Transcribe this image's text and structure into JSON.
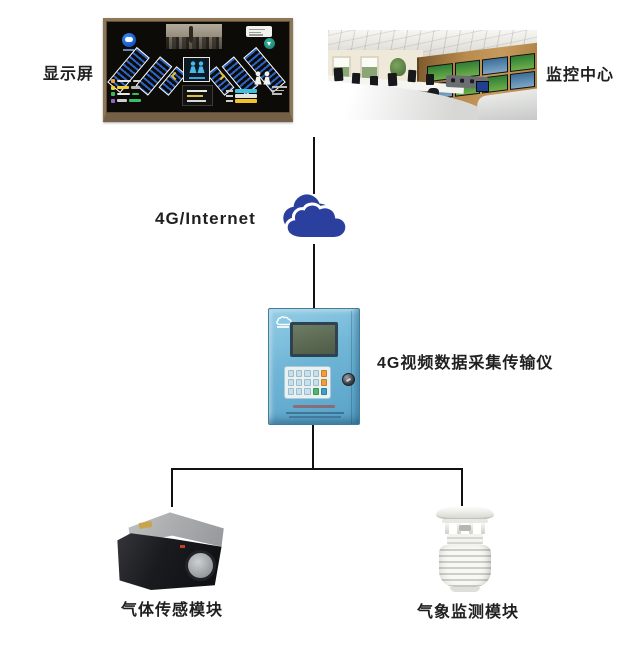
{
  "labels": {
    "display_screen": "显示屏",
    "monitoring_center": "监控中心",
    "internet": "4G/Internet",
    "device": "4G视频数据采集传输仪",
    "gas_module": "气体传感模块",
    "weather_module": "气象监测模块"
  },
  "icons": {
    "internet_cloud": "double-cloud",
    "device_logo": "small-cloud-logo",
    "display_people": "two-person-pictogram",
    "display_cloud_badge": "round-cloud-badge"
  },
  "colors": {
    "cloud_blue": "#2b3f9e",
    "device_body_blue": "#6fb5d6",
    "connector_line": "#111111",
    "label_text": "#1f1f1f",
    "screen_frame_brown": "#8e7757",
    "legend_bars": [
      "#3fc0dd",
      "#e4e4e0",
      "#f0c22c",
      "#d83820"
    ]
  }
}
